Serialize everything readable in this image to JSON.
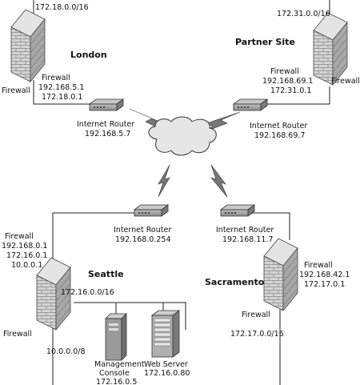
{
  "sites": {
    "london": {
      "name": "London",
      "subnet": "172.18.0.0/16",
      "firewall_label": "Firewall",
      "firewall_name": "Firewall",
      "firewall_ip1": "192.168.5.1",
      "firewall_ip2": "172.18.0.1",
      "router_label": "Internet Router",
      "router_ip": "192.168.5.7"
    },
    "partner": {
      "name": "Partner Site",
      "subnet": "172.31.0.0/16",
      "firewall_label": "Firewall",
      "firewall_name": "Firewall",
      "firewall_ip1": "192.168.69.1",
      "firewall_ip2": "172.31.0.1",
      "router_label": "Internet Router",
      "router_ip": "192.168.69.7"
    },
    "seattle": {
      "name": "Seattle",
      "router_label": "Internet Router",
      "router_ip": "192.168.0.254",
      "firewall_name": "Firewall",
      "firewall_ip1": "192.168.0.1",
      "firewall_ip2": "172.16.0.1",
      "firewall_ip3": "10.0.0.1",
      "subnet": "172.16.0.0/16",
      "firewall_label": "Firewall",
      "other_subnet": "10.0.0.0/8",
      "mgmt_line1": "Management",
      "mgmt_line2": "Console",
      "mgmt_ip": "172.16.0.5",
      "web_label": "Web Server",
      "web_ip": "172.16.0.80"
    },
    "sacramento": {
      "name": "Sacramento",
      "router_label": "Internet Router",
      "router_ip": "192.168.11.7",
      "firewall_name": "Firewall",
      "firewall_ip1": "192.168.42.1",
      "firewall_ip2": "172.17.0.1",
      "firewall_label": "Firewall",
      "subnet": "172.17.0.0/16"
    }
  },
  "colors": {
    "line": "#222222",
    "brick_light": "#d9d9d9",
    "brick_dark": "#8a8a8a",
    "device": "#9a9a9a",
    "cloud": "#e6e6e6"
  }
}
